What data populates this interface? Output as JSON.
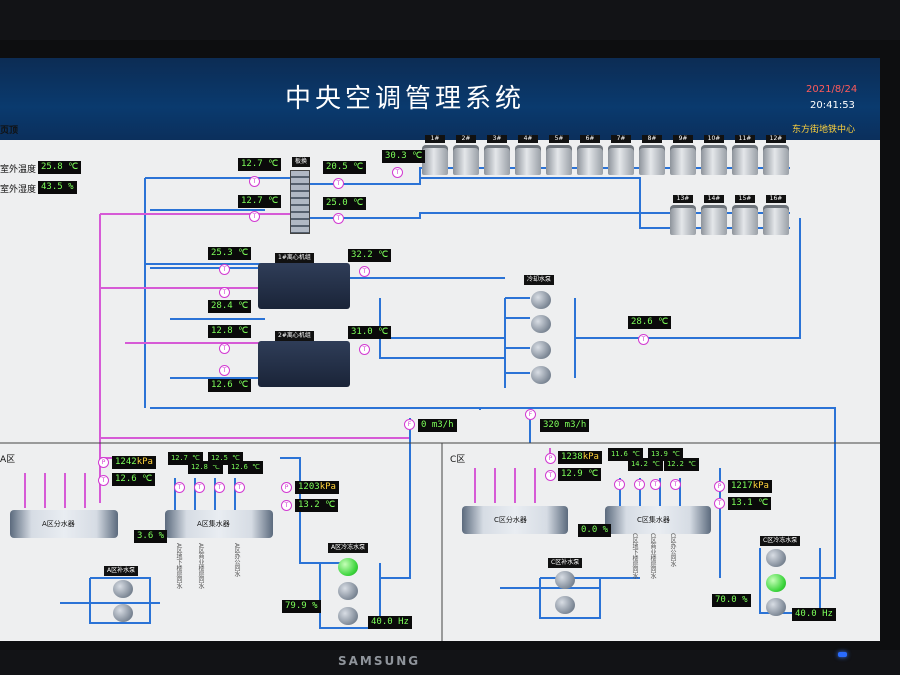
{
  "title": "中央空调管理系统",
  "date": "2021/8/24",
  "time": "20:41:53",
  "location": "东方街地铁中心",
  "left_header": "页顶",
  "outdoor": {
    "temp_label": "室外温度",
    "temp_value": "25.8 ℃",
    "hum_label": "室外湿度",
    "hum_value": "43.5 %"
  },
  "towers": [
    "1#",
    "2#",
    "3#",
    "4#",
    "5#",
    "6#",
    "7#",
    "8#",
    "9#",
    "10#",
    "11#",
    "12#",
    "13#",
    "14#",
    "15#",
    "16#"
  ],
  "heat_exchanger": "板换",
  "exchanger_temps": {
    "in_top": "12.7 ℃",
    "in_bottom": "12.7 ℃",
    "out_top": "20.5 ℃",
    "out_bottom": "25.0 ℃",
    "tower_supply": "30.3 ℃"
  },
  "chiller1": {
    "name": "1#离心机组",
    "t_in": "25.3 ℃",
    "t_out": "28.4 ℃",
    "t_cond": "32.2 ℃"
  },
  "chiller2": {
    "name": "2#离心机组",
    "t_in": "12.8 ℃",
    "t_out": "12.6 ℃",
    "t_cond": "31.0 ℃"
  },
  "cooling_pumps_label": "冷却水泵",
  "cooling_return_temp": "28.6 ℃",
  "flow1": "0 m3/h",
  "flow2": "320 m3/h",
  "zoneA": {
    "label": "A区",
    "pressure1": "1242",
    "temp1": "12.6 ℃",
    "branch_temps": [
      "12.7 ℃",
      "12.8 ℃",
      "12.5 ℃",
      "12.6 ℃"
    ],
    "pressure2": "1203",
    "temp2": "13.2 ℃",
    "valve": "3.6 %",
    "supply_header": "A区分水器",
    "return_header": "A区集水器",
    "makeup_pumps": "A区补水泵",
    "chilled_pumps": "A区冷冻水泵",
    "valve2": "79.9 %",
    "freq": "40.0 Hz",
    "branch_labels": [
      "A区地下楼层回水",
      "A区商业楼层回水",
      "A区办公回水"
    ]
  },
  "zoneC": {
    "label": "C区",
    "pressure1": "1238",
    "temp1": "12.9 ℃",
    "branch_temps": [
      "11.6 ℃",
      "14.2 ℃",
      "13.9 ℃",
      "12.2 ℃"
    ],
    "pressure2": "1217",
    "temp2": "13.1 ℃",
    "valve": "0.0 %",
    "supply_header": "C区分水器",
    "return_header": "C区集水器",
    "makeup_pumps": "C区补水泵",
    "chilled_pumps": "C区冷冻水泵",
    "valve2": "70.0 %",
    "freq": "40.0 Hz",
    "branch_labels": [
      "C区地下楼层回水",
      "C区商业楼层回水",
      "C区办公回水"
    ]
  },
  "unit_kpa": "kPa",
  "brand": "SAMSUNG"
}
